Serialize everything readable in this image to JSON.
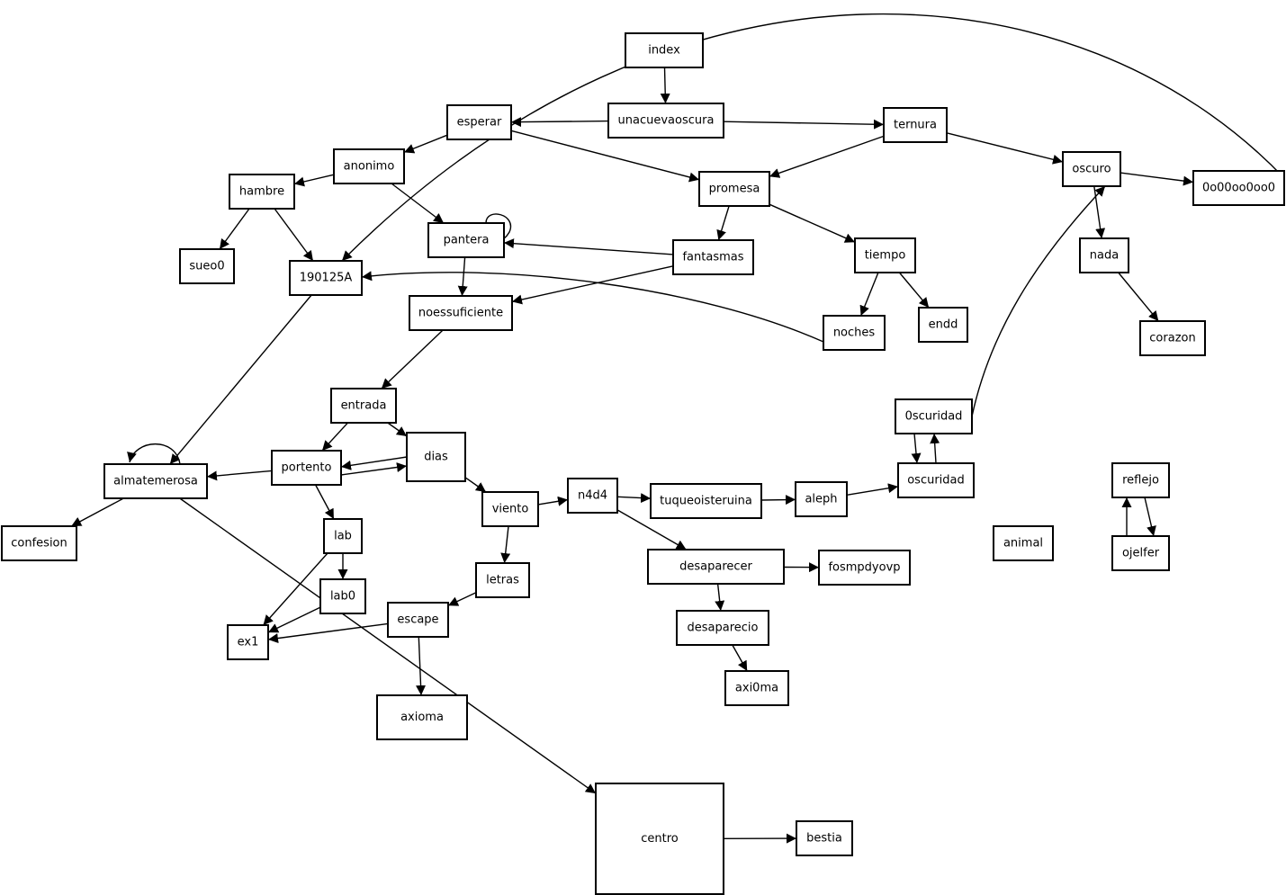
{
  "nodes": [
    {
      "id": "index",
      "label": "index"
    },
    {
      "id": "unacuevaoscura",
      "label": "unacuevaoscura"
    },
    {
      "id": "esperar",
      "label": "esperar"
    },
    {
      "id": "ternura",
      "label": "ternura"
    },
    {
      "id": "anonimo",
      "label": "anonimo"
    },
    {
      "id": "hambre",
      "label": "hambre"
    },
    {
      "id": "promesa",
      "label": "promesa"
    },
    {
      "id": "oscuro",
      "label": "oscuro"
    },
    {
      "id": "0o00oo0oo0",
      "label": "0o00oo0oo0"
    },
    {
      "id": "pantera",
      "label": "pantera"
    },
    {
      "id": "fantasmas",
      "label": "fantasmas"
    },
    {
      "id": "tiempo",
      "label": "tiempo"
    },
    {
      "id": "nada",
      "label": "nada"
    },
    {
      "id": "sueo0",
      "label": "sueo0"
    },
    {
      "id": "190125A",
      "label": "190125A"
    },
    {
      "id": "noessuficiente",
      "label": "noessuficiente"
    },
    {
      "id": "noches",
      "label": "noches"
    },
    {
      "id": "endd",
      "label": "endd"
    },
    {
      "id": "corazon",
      "label": "corazon"
    },
    {
      "id": "entrada",
      "label": "entrada"
    },
    {
      "id": "0scuridad",
      "label": "0scuridad"
    },
    {
      "id": "dias",
      "label": "dias"
    },
    {
      "id": "portento",
      "label": "portento"
    },
    {
      "id": "almatemerosa",
      "label": "almatemerosa"
    },
    {
      "id": "oscuridad",
      "label": "oscuridad"
    },
    {
      "id": "reflejo",
      "label": "reflejo"
    },
    {
      "id": "viento",
      "label": "viento"
    },
    {
      "id": "n4d4",
      "label": "n4d4"
    },
    {
      "id": "tuqueoisteruina",
      "label": "tuqueoisteruina"
    },
    {
      "id": "aleph",
      "label": "aleph"
    },
    {
      "id": "confesion",
      "label": "confesion"
    },
    {
      "id": "lab",
      "label": "lab"
    },
    {
      "id": "animal",
      "label": "animal"
    },
    {
      "id": "ojelfer",
      "label": "ojelfer"
    },
    {
      "id": "desaparecer",
      "label": "desaparecer"
    },
    {
      "id": "fosmpdyovp",
      "label": "fosmpdyovp"
    },
    {
      "id": "letras",
      "label": "letras"
    },
    {
      "id": "lab0",
      "label": "lab0"
    },
    {
      "id": "escape",
      "label": "escape"
    },
    {
      "id": "ex1",
      "label": "ex1"
    },
    {
      "id": "desaparecio",
      "label": "desaparecio"
    },
    {
      "id": "axi0ma",
      "label": "axi0ma"
    },
    {
      "id": "axioma",
      "label": "axioma"
    },
    {
      "id": "centro",
      "label": "centro"
    },
    {
      "id": "bestia",
      "label": "bestia"
    }
  ],
  "edges": [
    {
      "from": "index",
      "to": "unacuevaoscura"
    },
    {
      "from": "unacuevaoscura",
      "to": "esperar"
    },
    {
      "from": "unacuevaoscura",
      "to": "ternura"
    },
    {
      "from": "esperar",
      "to": "anonimo"
    },
    {
      "from": "esperar",
      "to": "promesa"
    },
    {
      "from": "ternura",
      "to": "promesa"
    },
    {
      "from": "ternura",
      "to": "oscuro"
    },
    {
      "from": "oscuro",
      "to": "0o00oo0oo0"
    },
    {
      "from": "oscuro",
      "to": "nada"
    },
    {
      "from": "0o00oo0oo0",
      "to": "190125A"
    },
    {
      "from": "anonimo",
      "to": "hambre"
    },
    {
      "from": "anonimo",
      "to": "pantera"
    },
    {
      "from": "hambre",
      "to": "sueo0"
    },
    {
      "from": "hambre",
      "to": "190125A"
    },
    {
      "from": "promesa",
      "to": "fantasmas"
    },
    {
      "from": "promesa",
      "to": "tiempo"
    },
    {
      "from": "pantera",
      "to": "pantera"
    },
    {
      "from": "pantera",
      "to": "noessuficiente"
    },
    {
      "from": "fantasmas",
      "to": "pantera"
    },
    {
      "from": "fantasmas",
      "to": "noessuficiente"
    },
    {
      "from": "tiempo",
      "to": "noches"
    },
    {
      "from": "tiempo",
      "to": "endd"
    },
    {
      "from": "noches",
      "to": "190125A"
    },
    {
      "from": "nada",
      "to": "corazon"
    },
    {
      "from": "190125A",
      "to": "almatemerosa"
    },
    {
      "from": "noessuficiente",
      "to": "entrada"
    },
    {
      "from": "entrada",
      "to": "portento"
    },
    {
      "from": "entrada",
      "to": "dias"
    },
    {
      "from": "dias",
      "to": "portento"
    },
    {
      "from": "portento",
      "to": "dias"
    },
    {
      "from": "dias",
      "to": "viento"
    },
    {
      "from": "portento",
      "to": "almatemerosa"
    },
    {
      "from": "portento",
      "to": "lab"
    },
    {
      "from": "almatemerosa",
      "to": "almatemerosa"
    },
    {
      "from": "almatemerosa",
      "to": "confesion"
    },
    {
      "from": "almatemerosa",
      "to": "centro"
    },
    {
      "from": "viento",
      "to": "n4d4"
    },
    {
      "from": "viento",
      "to": "letras"
    },
    {
      "from": "n4d4",
      "to": "tuqueoisteruina"
    },
    {
      "from": "n4d4",
      "to": "desaparecer"
    },
    {
      "from": "tuqueoisteruina",
      "to": "aleph"
    },
    {
      "from": "aleph",
      "to": "oscuridad"
    },
    {
      "from": "oscuridad",
      "to": "0scuridad"
    },
    {
      "from": "0scuridad",
      "to": "oscuridad"
    },
    {
      "from": "0scuridad",
      "to": "oscuro"
    },
    {
      "from": "ojelfer",
      "to": "reflejo"
    },
    {
      "from": "reflejo",
      "to": "ojelfer"
    },
    {
      "from": "lab",
      "to": "lab0"
    },
    {
      "from": "lab",
      "to": "ex1"
    },
    {
      "from": "lab0",
      "to": "ex1"
    },
    {
      "from": "letras",
      "to": "escape"
    },
    {
      "from": "escape",
      "to": "ex1"
    },
    {
      "from": "escape",
      "to": "axioma"
    },
    {
      "from": "desaparecer",
      "to": "fosmpdyovp"
    },
    {
      "from": "desaparecer",
      "to": "desaparecio"
    },
    {
      "from": "desaparecio",
      "to": "axi0ma"
    },
    {
      "from": "centro",
      "to": "bestia"
    }
  ]
}
